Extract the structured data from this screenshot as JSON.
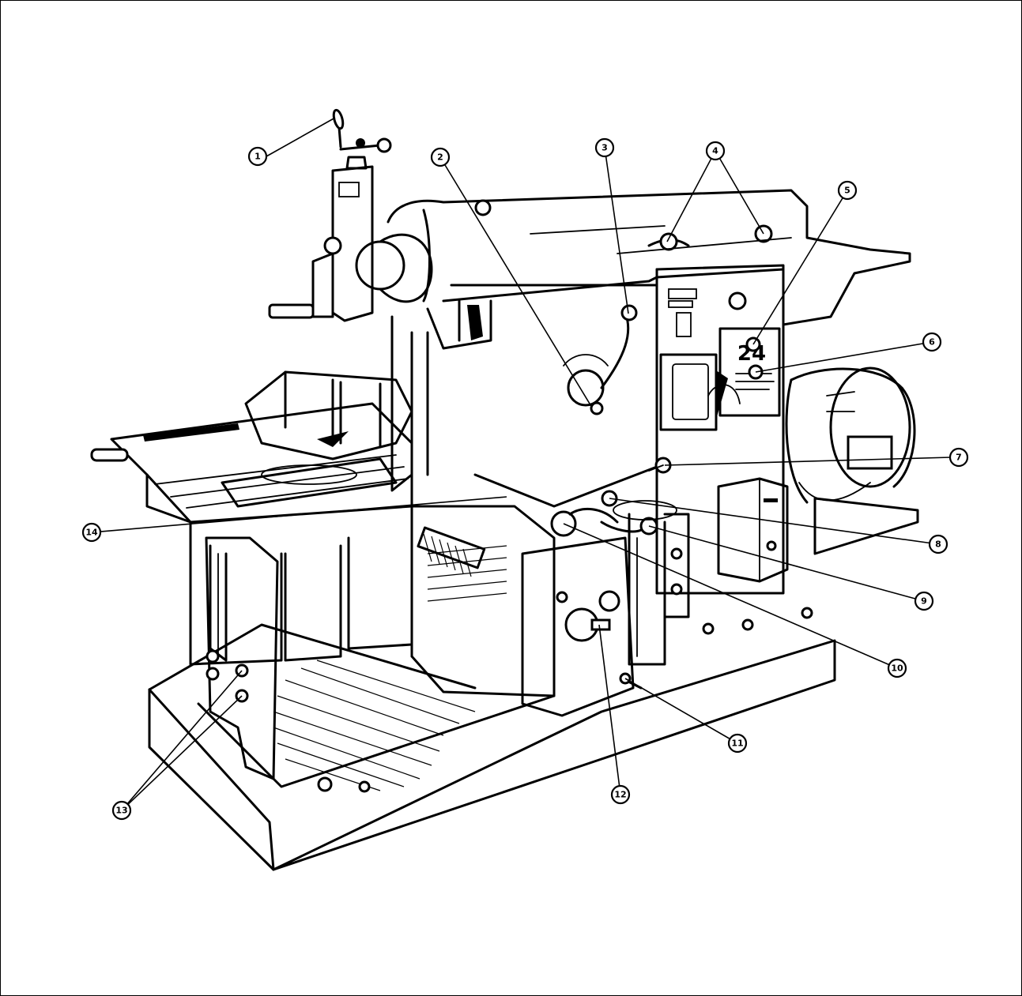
{
  "callouts": [
    {
      "number": "1"
    },
    {
      "number": "2"
    },
    {
      "number": "3"
    },
    {
      "number": "4"
    },
    {
      "number": "5"
    },
    {
      "number": "6"
    },
    {
      "number": "7"
    },
    {
      "number": "8"
    },
    {
      "number": "9"
    },
    {
      "number": "10"
    },
    {
      "number": "11"
    },
    {
      "number": "12"
    },
    {
      "number": "13"
    },
    {
      "number": "14"
    }
  ],
  "machine_markings": {
    "panel_digits": "24"
  },
  "colors": {
    "ink": "#000000",
    "paper": "#ffffff"
  }
}
